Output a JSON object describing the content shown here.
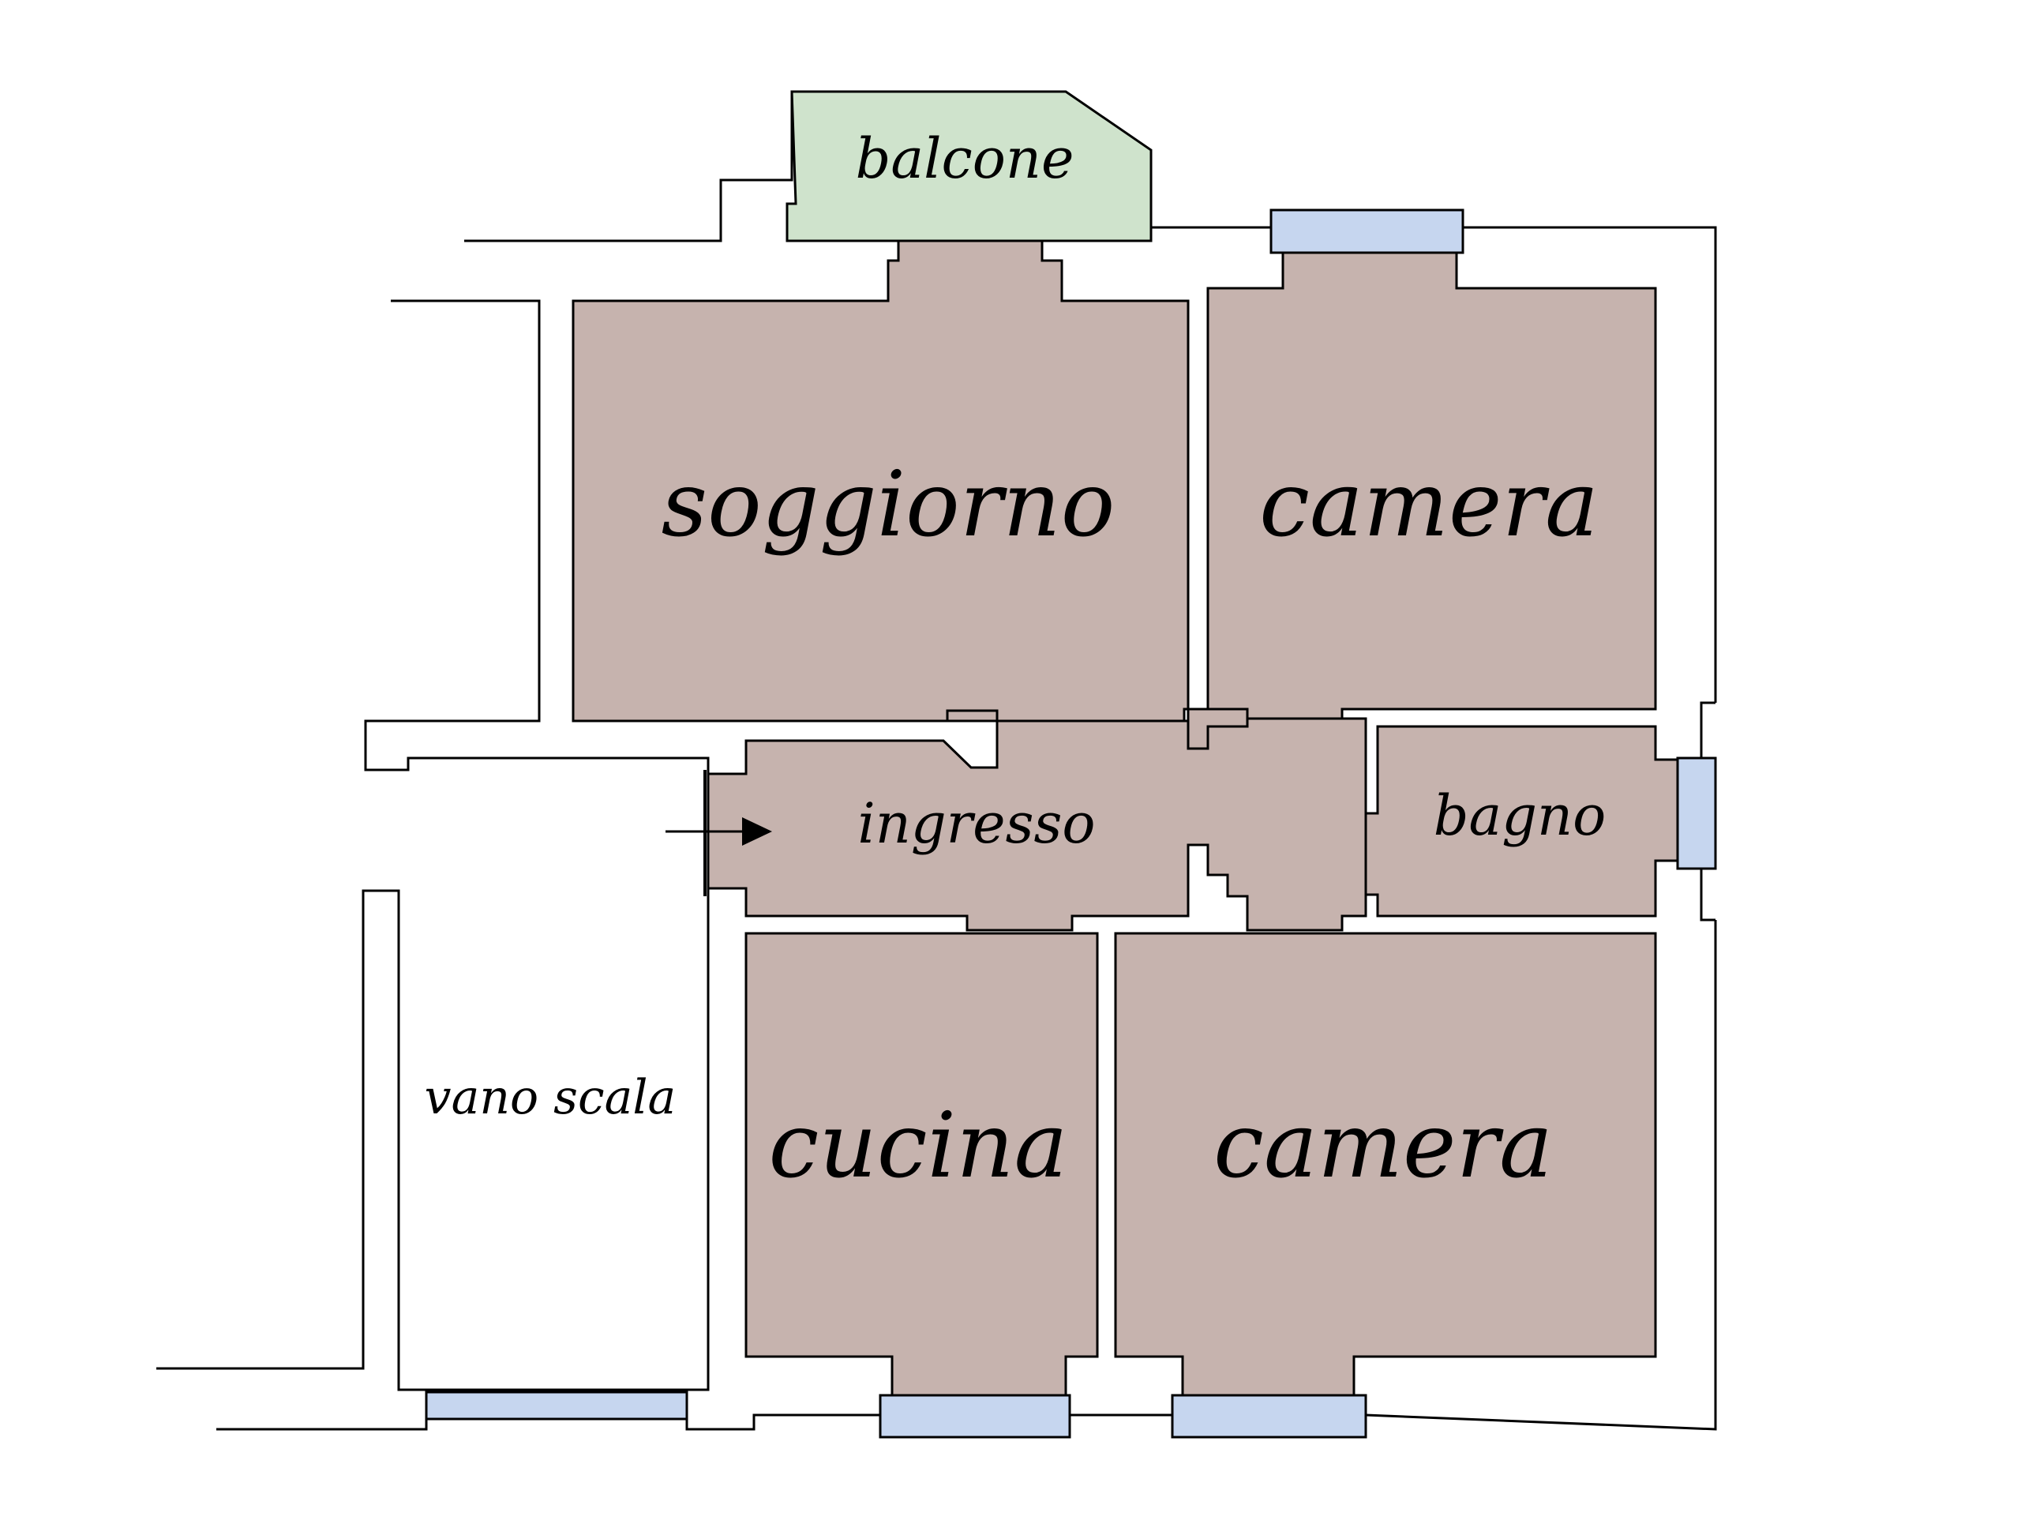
{
  "rooms": {
    "balcone": "balcone",
    "soggiorno": "soggiorno",
    "camera_top": "camera",
    "ingresso": "ingresso",
    "bagno": "bagno",
    "vano_scala": "vano scala",
    "cucina": "cucina",
    "camera_bottom": "camera"
  },
  "colors": {
    "room_fill": "#c6b3ae",
    "balcony_fill": "#cfe3cc",
    "window_fill": "#c6d6ef",
    "line": "#000000",
    "background": "#ffffff"
  },
  "icons": {
    "entrance": "entrance-arrow-icon"
  }
}
